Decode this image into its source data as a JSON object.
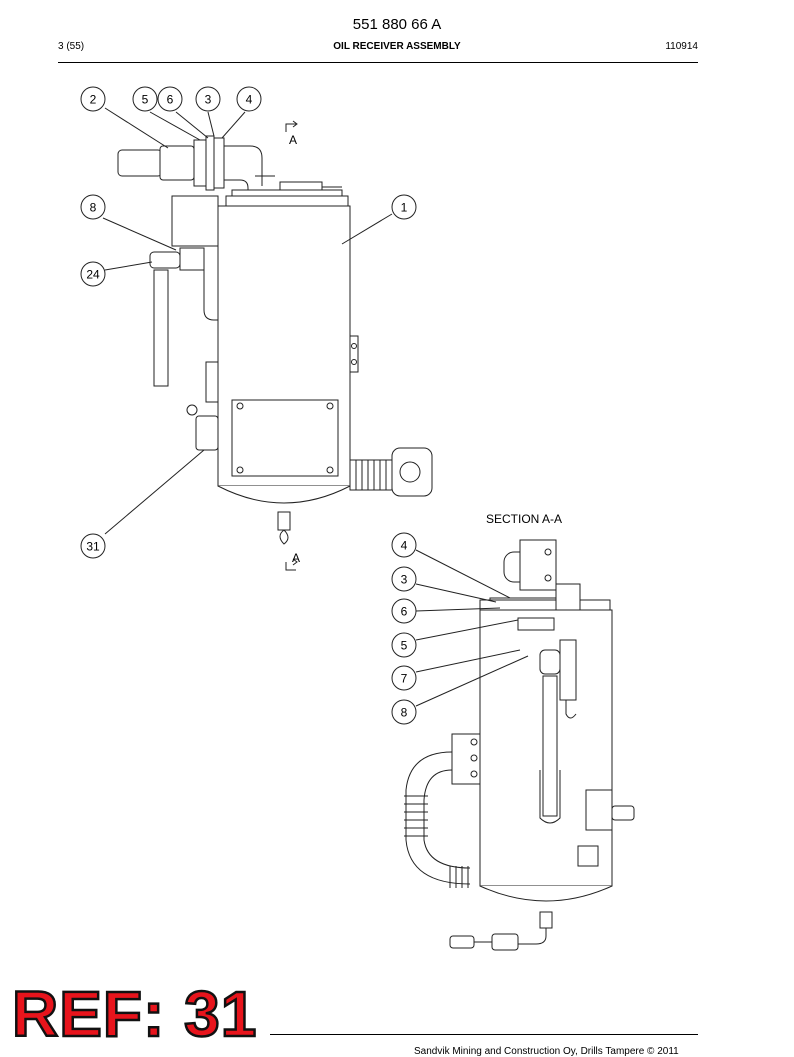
{
  "header": {
    "doc_number": "551 880 66 A",
    "page": "3 (55)",
    "title": "OIL RECEIVER ASSEMBLY",
    "date": "110914"
  },
  "drawing": {
    "section_marker": "A",
    "section_title": "SECTION  A-A",
    "main_view_callouts": [
      "2",
      "5",
      "6",
      "3",
      "4",
      "8",
      "1",
      "24",
      "31"
    ],
    "section_view_callouts": [
      "4",
      "3",
      "6",
      "5",
      "7",
      "8"
    ]
  },
  "footer": {
    "copyright": "Sandvik Mining and Construction Oy, Drills Tampere © 2011"
  },
  "reference": {
    "label": "REF: 31"
  }
}
